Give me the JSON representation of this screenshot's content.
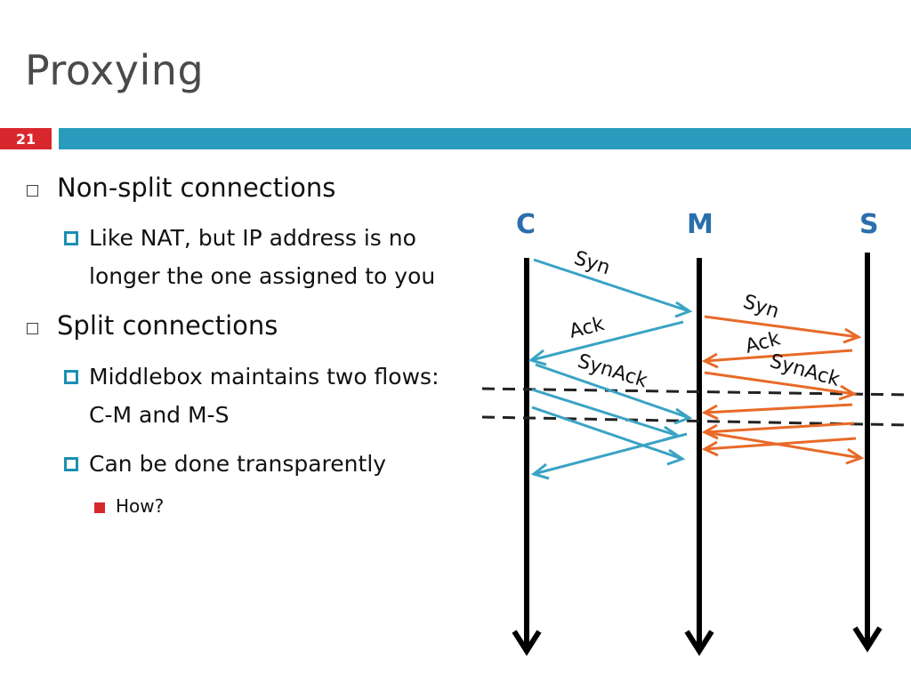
{
  "slide": {
    "title": "Proxying",
    "number": "21",
    "colors": {
      "accent_bar": "#2b9bbd",
      "number_badge": "#d9272e",
      "client_arrows": "#3aa3c4",
      "server_arrows": "#e86a28"
    }
  },
  "bullets": {
    "non_split": "Non-split connections",
    "non_split_sub_line1": "Like NAT, but IP address is no",
    "non_split_sub_line2": "longer the one assigned to you",
    "split": "Split connections",
    "split_sub1_line1": "Middlebox maintains two flows:",
    "split_sub1_line2": "C-M and M-S",
    "split_sub2": "Can be done transparently",
    "split_sub2_sub": "How?"
  },
  "diagram": {
    "nodes": {
      "client": "C",
      "middlebox": "M",
      "server": "S"
    },
    "messages": {
      "syn_cm": "Syn",
      "ack_cm": "Ack",
      "synack_cm": "SynAck",
      "syn_ms": "Syn",
      "ack_ms": "Ack",
      "synack_ms": "SynAck"
    }
  }
}
